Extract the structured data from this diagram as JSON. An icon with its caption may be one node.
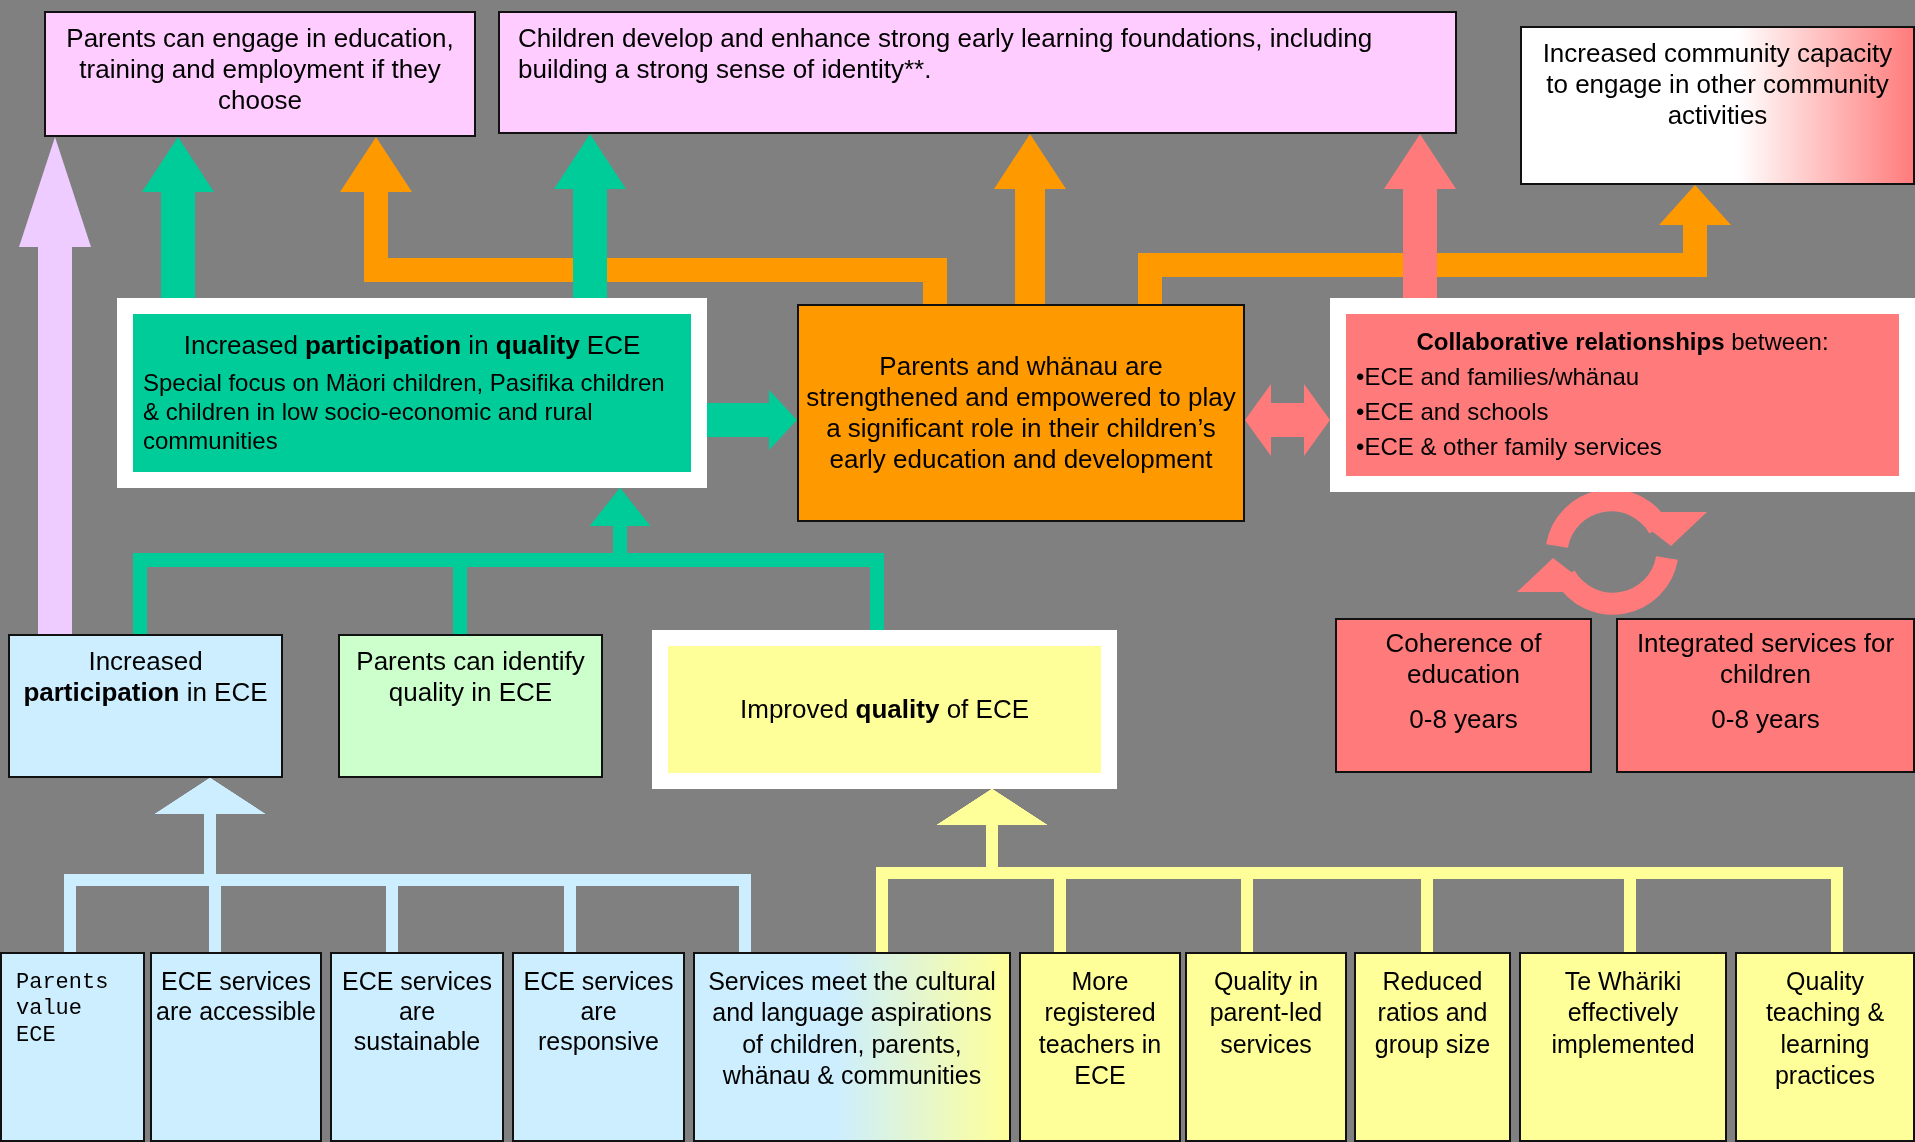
{
  "diagram": {
    "nodes": [
      {
        "text": [
          "Parents can engage in education, training and employment if they choose"
        ]
      },
      {
        "text": [
          "Children develop and enhance strong early learning foundations, including building a strong sense of identity**."
        ]
      },
      {
        "text": [
          "Increased community capacity to engage in other community activities"
        ]
      },
      {
        "text": [
          "Increased **participation** in **quality** ECE",
          "Special focus on Mäori children, Pasifika children & children in low socio-economic and rural communities"
        ]
      },
      {
        "text": [
          "Parents and whänau are strengthened and empowered to play a significant role in their children’s early education and development"
        ]
      },
      {
        "text": [
          "**Collaborative relationships** between:",
          "•ECE and families/whänau",
          "•ECE and schools",
          "•ECE & other family services"
        ]
      },
      {
        "text": [
          "Increased **participation** in ECE"
        ]
      },
      {
        "text": [
          "Parents can identify quality in ECE"
        ]
      },
      {
        "text": [
          "Improved **quality** of ECE"
        ]
      },
      {
        "text": [
          "Coherence of education",
          "0-8 years"
        ]
      },
      {
        "text": [
          "Integrated services for children",
          "0-8 years"
        ]
      },
      {
        "text": [
          "Parents value ECE"
        ]
      },
      {
        "text": [
          "ECE services are accessible"
        ]
      },
      {
        "text": [
          "ECE services are sustainable"
        ]
      },
      {
        "text": [
          "ECE services are responsive"
        ]
      },
      {
        "text": [
          "Services meet the cultural and language aspirations of children, parents, whänau & communities"
        ]
      },
      {
        "text": [
          "More registered teachers in ECE"
        ]
      },
      {
        "text": [
          "Quality in parent-led services"
        ]
      },
      {
        "text": [
          "Reduced ratios and group size"
        ]
      },
      {
        "text": [
          "Te Whäriki effectively implemented"
        ]
      },
      {
        "text": [
          "Quality teaching & learning practices"
        ]
      }
    ],
    "edges": [
      {
        "from": 6,
        "to": 0,
        "arrow": "to",
        "style": "thick",
        "color": "#eeccff"
      },
      {
        "from": 3,
        "to": 0,
        "arrow": "to",
        "style": "thick",
        "color": "#00cc99"
      },
      {
        "from": 3,
        "to": 1,
        "arrow": "to",
        "style": "thick",
        "color": "#00cc99"
      },
      {
        "from": 4,
        "to": 0,
        "arrow": "to",
        "color": "#ff9900"
      },
      {
        "from": 4,
        "to": 1,
        "arrow": "to",
        "style": "thick",
        "color": "#ff9900"
      },
      {
        "from": 4,
        "to": 2,
        "arrow": "to",
        "color": "#ff9900"
      },
      {
        "from": 5,
        "to": 1,
        "arrow": "to",
        "style": "thick",
        "color": "#ff7b7b"
      },
      {
        "from": 3,
        "to": 4,
        "arrow": "to",
        "style": "thick",
        "color": "#00cc99"
      },
      {
        "from": 4,
        "to": 5,
        "arrow": "both",
        "style": "thick",
        "color": "#ff7b7b"
      },
      {
        "from": 6,
        "to": 3,
        "arrow": "to",
        "color": "#00cc99"
      },
      {
        "from": 7,
        "to": 3,
        "arrow": "to",
        "color": "#00cc99"
      },
      {
        "from": 8,
        "to": 3,
        "arrow": "to",
        "color": "#00cc99"
      },
      {
        "from": 11,
        "to": 6,
        "arrow": "to",
        "color": "#cceeff"
      },
      {
        "from": 12,
        "to": 6,
        "arrow": "to",
        "color": "#cceeff"
      },
      {
        "from": 13,
        "to": 6,
        "arrow": "to",
        "color": "#cceeff"
      },
      {
        "from": 14,
        "to": 6,
        "arrow": "to",
        "color": "#cceeff"
      },
      {
        "from": 15,
        "to": 6,
        "arrow": "to",
        "color": "#cceeff"
      },
      {
        "from": 15,
        "to": 8,
        "arrow": "to",
        "color": "#ffff99"
      },
      {
        "from": 16,
        "to": 8,
        "arrow": "to",
        "color": "#ffff99"
      },
      {
        "from": 17,
        "to": 8,
        "arrow": "to",
        "color": "#ffff99"
      },
      {
        "from": 18,
        "to": 8,
        "arrow": "to",
        "color": "#ffff99"
      },
      {
        "from": 19,
        "to": 8,
        "arrow": "to",
        "color": "#ffff99"
      },
      {
        "from": 20,
        "to": 8,
        "arrow": "to",
        "color": "#ffff99"
      }
    ]
  }
}
